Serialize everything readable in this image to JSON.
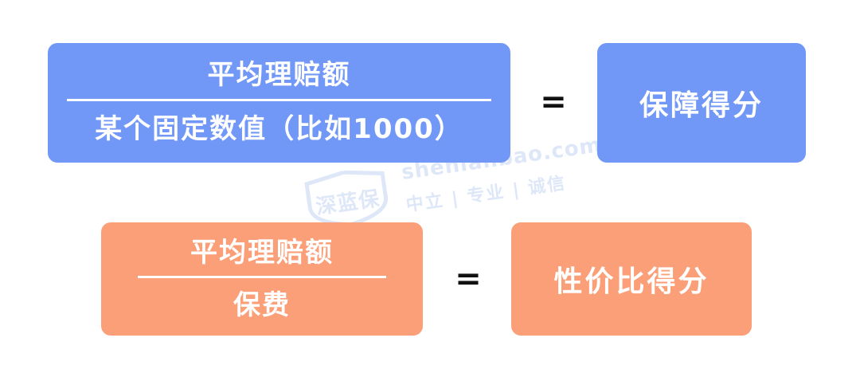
{
  "formula_1": {
    "numerator": "平均理赔额",
    "denominator": "某个固定数值（比如1000）",
    "operator": "=",
    "result": "保障得分"
  },
  "formula_2": {
    "numerator": "平均理赔额",
    "denominator": "保费",
    "operator": "=",
    "result": "性价比得分"
  },
  "watermark": {
    "badge_text": "深蓝保",
    "domain": "shenlanbao.com",
    "tagline": "中立 | 专业 | 诚信"
  },
  "colors": {
    "blue": "#7197f7",
    "orange": "#fb9f78",
    "text": "#ffffff",
    "operator": "#111111"
  }
}
